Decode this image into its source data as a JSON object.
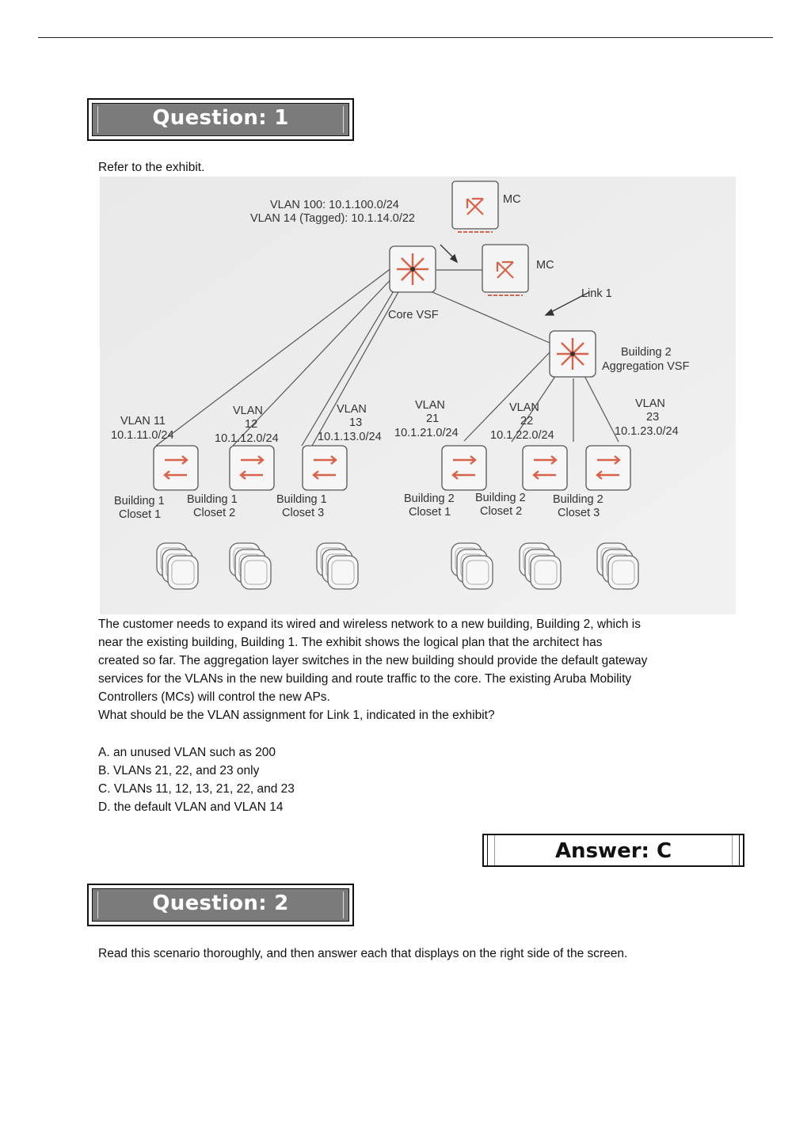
{
  "question1": {
    "header": "Question: 1",
    "intro": "Refer to the exhibit.",
    "exhibit": {
      "vlan100": "VLAN  100: 10.1.100.0/24",
      "vlan14": "VLAN 14 (Tagged): 10.1.14.0/22",
      "mc1": "MC",
      "mc2": "MC",
      "core": "Core VSF",
      "link1": "Link 1",
      "agg_line1": "Building 2",
      "agg_line2": "Aggregation VSF",
      "vlans": [
        {
          "l1": "VLAN 11",
          "l2": "10.1.11.0/24"
        },
        {
          "l1": "VLAN",
          "l2": "12",
          "l3": "10.1.12.0/24"
        },
        {
          "l1": "VLAN",
          "l2": "13",
          "l3": "10.1.13.0/24"
        },
        {
          "l1": "VLAN",
          "l2": "21",
          "l3": "10.1.21.0/24"
        },
        {
          "l1": "VLAN",
          "l2": "22",
          "l3": "10.1.22.0/24"
        },
        {
          "l1": "VLAN",
          "l2": "23",
          "l3": "10.1.23.0/24"
        }
      ],
      "closets": [
        {
          "l1": "Building 1",
          "l2": "Closet 1"
        },
        {
          "l1": "Building 1",
          "l2": "Closet 2"
        },
        {
          "l1": "Building 1",
          "l2": "Closet 3"
        },
        {
          "l1": "Building 2",
          "l2": "Closet 1"
        },
        {
          "l1": "Building 2",
          "l2": "Closet 2"
        },
        {
          "l1": "Building 2",
          "l2": "Closet 3"
        }
      ]
    },
    "body_lines": [
      "The customer needs to expand its wired and wireless network to a new building, Building 2, which is",
      "near the existing building, Building 1. The exhibit shows the logical plan that the architect has",
      "created so far. The aggregation layer switches in the new building should provide the default gateway",
      "services for the VLANs in the new building and route traffic to the core. The existing Aruba Mobility",
      "Controllers (MCs) will control the new APs.",
      "What should be the VLAN assignment for Link 1, indicated in the exhibit?"
    ],
    "options": [
      "A. an unused VLAN such as 200",
      "B. VLANs 21, 22, and 23 only",
      "C. VLANs 11, 12, 13, 21, 22, and 23",
      "D. the default VLAN and VLAN 14"
    ],
    "answer": "Answer: C"
  },
  "question2": {
    "header": "Question: 2",
    "text": "Read this scenario thoroughly, and then answer each that displays on the right side of the screen."
  },
  "colors": {
    "header_fill": "#7b7b7b",
    "switch_accent": "#d9634a"
  }
}
